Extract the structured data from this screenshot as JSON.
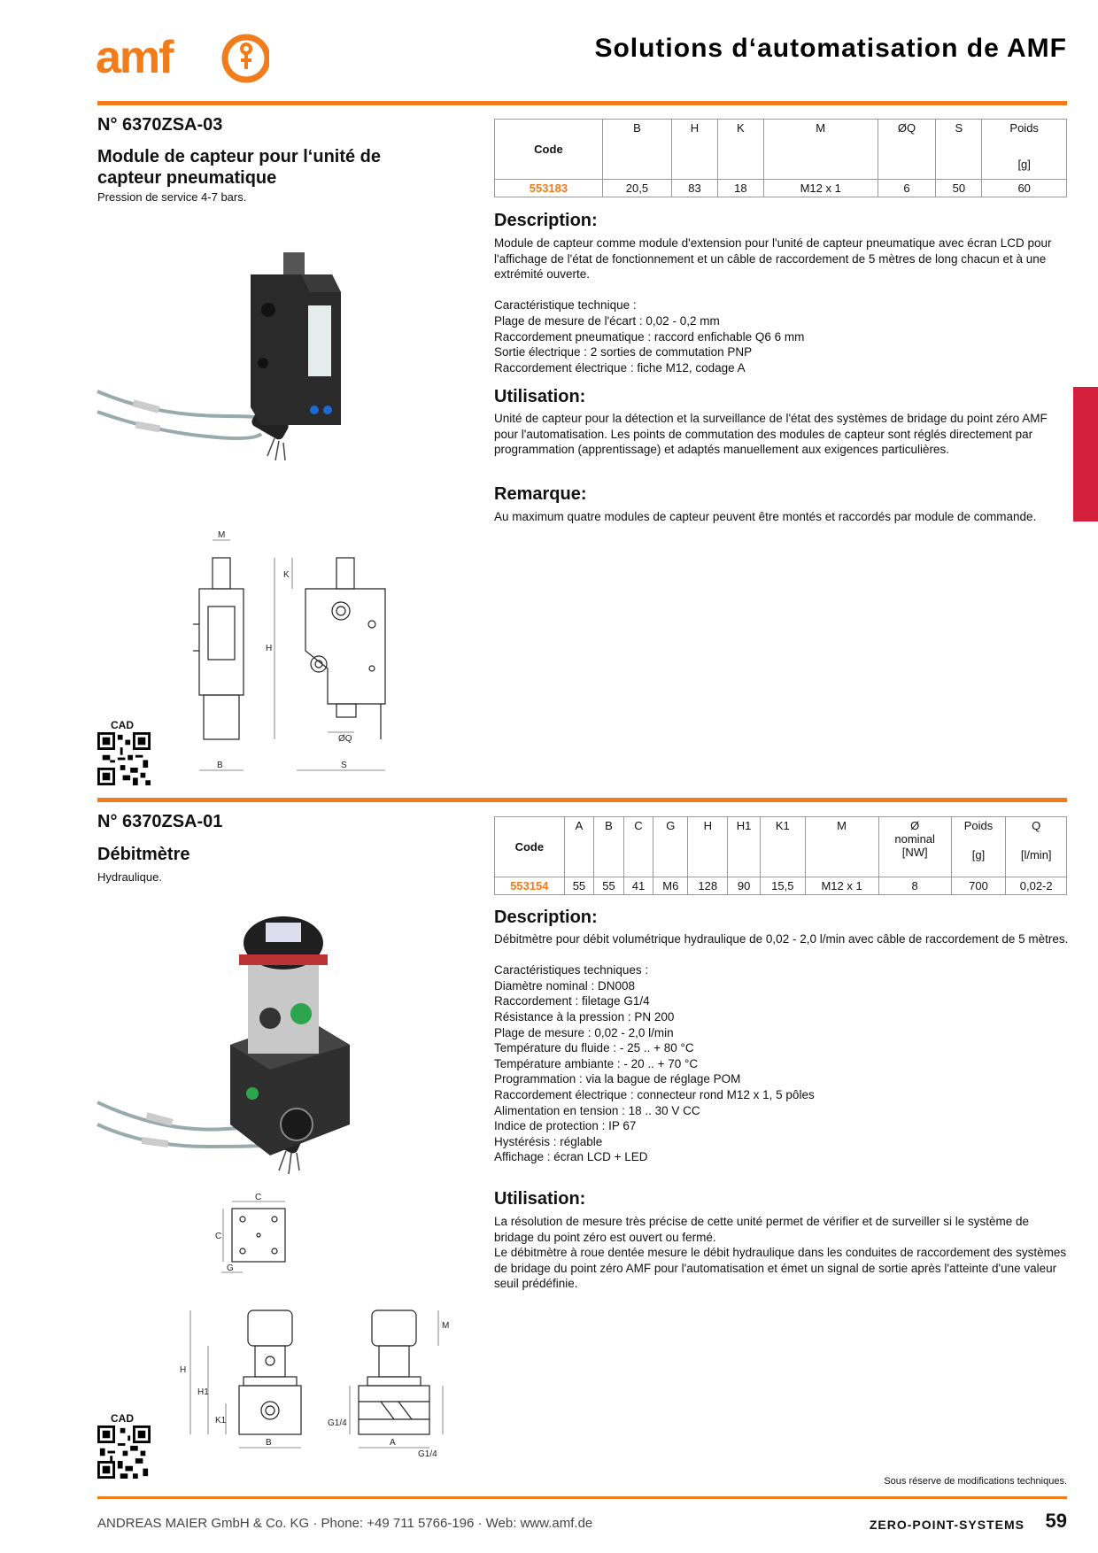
{
  "header": {
    "logo_text": "amf",
    "title": "Solutions d‘automatisation de AMF"
  },
  "product1": {
    "number": "N° 6370ZSA-03",
    "name": "Module de capteur pour l‘unité de capteur pneumatique",
    "subtitle": "Pression de service 4-7 bars.",
    "table": {
      "headers": [
        "Code",
        "B",
        "H",
        "K",
        "M",
        "ØQ",
        "S",
        "Poids"
      ],
      "unit_weight": "[g]",
      "row": [
        "553183",
        "20,5",
        "83",
        "18",
        "M12 x 1",
        "6",
        "50",
        "60"
      ]
    },
    "description_title": "Description:",
    "description": "Module de capteur comme module d'extension pour l'unité de capteur pneumatique avec écran LCD pour l'affichage de l'état de fonctionnement et un câble de raccordement de 5 mètres de long chacun et à une extrémité ouverte.\n\nCaractéristique technique :\nPlage de mesure de l'écart : 0,02 - 0,2 mm\nRaccordement pneumatique : raccord enfichable Q6 6 mm\nSortie électrique : 2 sorties de commutation PNP\nRaccordement électrique : fiche M12, codage A",
    "utilisation_title": "Utilisation:",
    "utilisation": "Unité de capteur pour la détection et la surveillance de l'état des systèmes de bridage du point zéro AMF pour l'automatisation. Les points de commutation des modules de capteur sont réglés directement par programmation (apprentissage) et adaptés manuellement aux exigences particulières.",
    "remarque_title": "Remarque:",
    "remarque": "Au maximum quatre modules de capteur peuvent être montés et raccordés par module de commande.",
    "cad_label": "CAD",
    "dim_labels": {
      "m": "M",
      "k": "K",
      "h": "H",
      "b": "B",
      "s": "S",
      "q": "ØQ"
    }
  },
  "product2": {
    "number": "N° 6370ZSA-01",
    "name": "Débitmètre",
    "subtitle": "Hydraulique.",
    "table": {
      "headers": [
        "Code",
        "A",
        "B",
        "C",
        "G",
        "H",
        "H1",
        "K1",
        "M",
        "Ø",
        "Poids",
        "Q"
      ],
      "nominal_line1": "nominal",
      "nominal_line2": "[NW]",
      "unit_weight": "[g]",
      "unit_flow": "[l/min]",
      "row": [
        "553154",
        "55",
        "55",
        "41",
        "M6",
        "128",
        "90",
        "15,5",
        "M12 x 1",
        "8",
        "700",
        "0,02-2"
      ]
    },
    "description_title": "Description:",
    "description": "Débitmètre pour débit volumétrique hydraulique de 0,02 - 2,0 l/min avec câble de raccordement de 5 mètres.\n\nCaractéristiques techniques :\nDiamètre nominal :  DN008\nRaccordement :  filetage G1/4\nRésistance à la pression : PN 200\nPlage de mesure :  0,02 - 2,0 l/min\nTempérature du fluide : - 25 .. + 80 °C\nTempérature ambiante : - 20 .. + 70 °C\nProgrammation : via la bague de réglage POM\nRaccordement électrique : connecteur rond M12 x 1, 5 pôles\nAlimentation en tension : 18 .. 30 V CC\nIndice de protection :  IP 67\nHystérésis :  réglable\nAffichage :  écran LCD + LED",
    "utilisation_title": "Utilisation:",
    "utilisation": "La résolution de mesure très précise de cette unité permet de vérifier et de surveiller si le système de bridage du point zéro est ouvert ou fermé.\nLe débitmètre à roue dentée mesure le débit hydraulique dans les conduites de raccordement des systèmes de bridage du point zéro AMF pour l'automatisation et émet un signal de sortie après l'atteinte d'une valeur seuil prédéfinie.",
    "cad_label": "CAD",
    "dim_labels": {
      "c": "C",
      "g": "G",
      "h": "H",
      "h1": "H1",
      "k1": "K1",
      "b": "B",
      "a": "A",
      "m": "M",
      "g14": "G1/4"
    }
  },
  "footer": {
    "note": "Sous réserve de modifications techniques.",
    "company": "ANDREAS MAIER GmbH & Co. KG · Phone: +49 711 5766-196 · Web: www.amf.de",
    "series": "ZERO-POINT-SYSTEMS",
    "page": "59"
  },
  "colors": {
    "accent": "#f07c1b",
    "tab": "#d4203a"
  }
}
